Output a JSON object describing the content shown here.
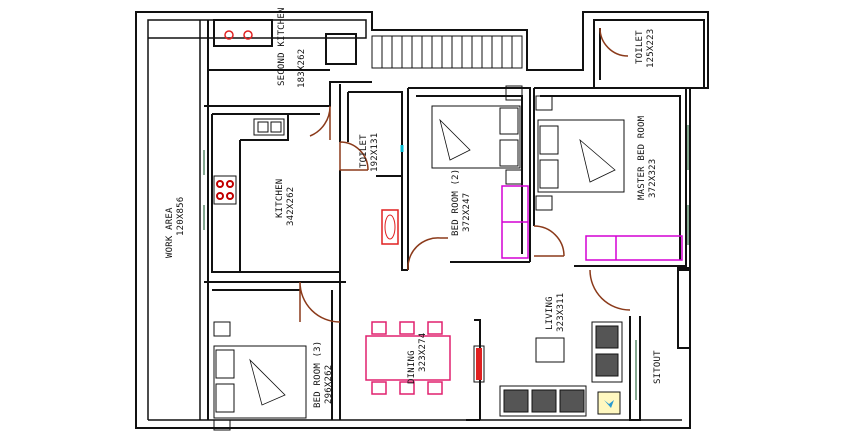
{
  "rooms": {
    "work_area": {
      "name": "WORK AREA",
      "size": "120X856"
    },
    "second_kitchen": {
      "name": "SECOND KITCHEN",
      "size": "183X262"
    },
    "kitchen": {
      "name": "KITCHEN",
      "size": "342X262"
    },
    "toilet_common": {
      "name": "TOILET",
      "size": "192X131"
    },
    "bed_room_2": {
      "name": "BED ROOM (2)",
      "size": "372X247"
    },
    "master_bed_room": {
      "name": "MASTER BED ROOM",
      "size": "372X323"
    },
    "toilet_master": {
      "name": "TOILET",
      "size": "125X223"
    },
    "living": {
      "name": "LIVING",
      "size": "323X311"
    },
    "dining": {
      "name": "DINING",
      "size": "323X274"
    },
    "bed_room_3": {
      "name": "BED ROOM (3)",
      "size": "296X262"
    },
    "sitout": {
      "name": "SITOUT"
    }
  },
  "colors": {
    "wall": "#111111",
    "door": "#8b3a1a",
    "furniture_pink": "#e0206e",
    "wardrobe_magenta": "#d400d4",
    "window": "#5a8a6a"
  }
}
